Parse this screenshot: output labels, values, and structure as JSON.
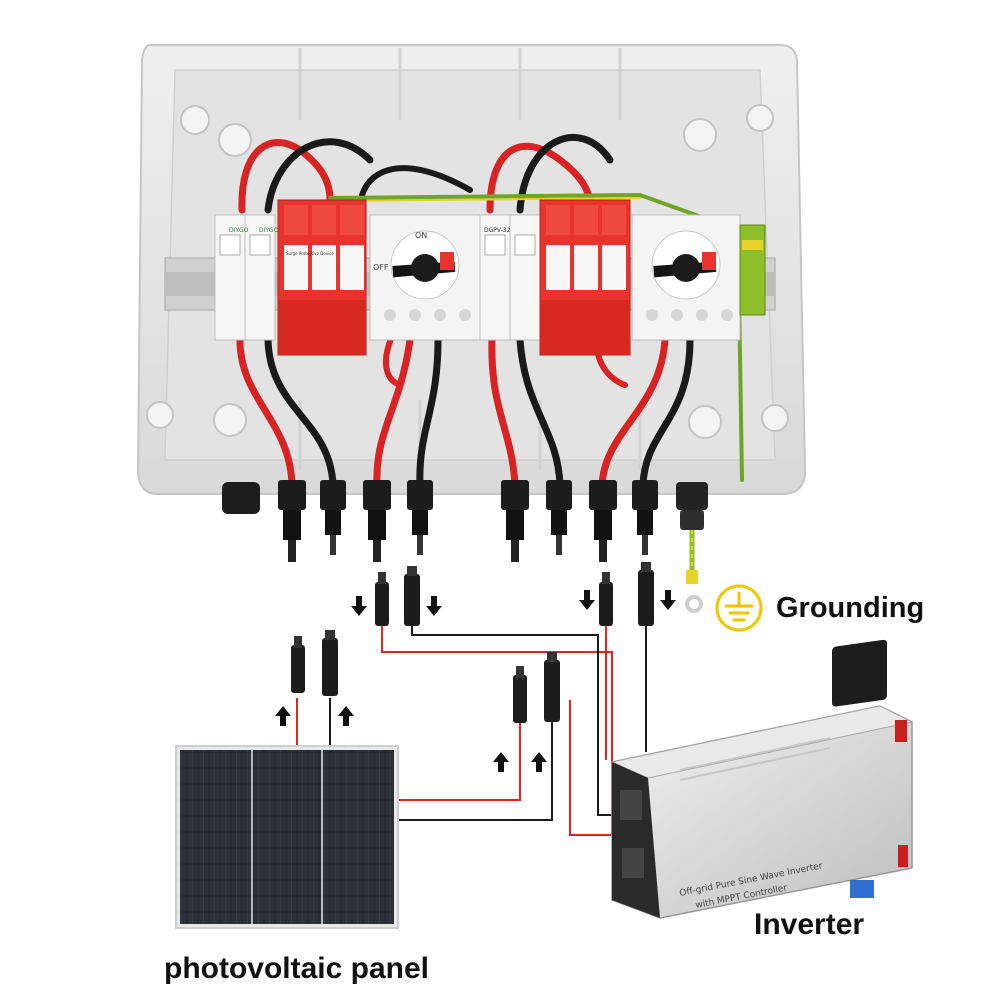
{
  "labels": {
    "grounding": "Grounding",
    "inverter": "Inverter",
    "panel": "photovoltaic panel"
  },
  "device_marks": {
    "breaker_brand": "DIYGO",
    "breaker_model": "DGPV-32",
    "spd_label": "Surge Protective Device",
    "isolator_on": "ON",
    "isolator_off": "OFF",
    "inverter_text_line1": "Off-grid Pure Sine Wave Inverter",
    "inverter_text_line2": "with MPPT Controller"
  },
  "colors": {
    "wire_red": "#e02424",
    "wire_black": "#1a1a1a",
    "wire_ground": "#8cbf2a",
    "ground_symbol": "#f2c500",
    "breaker_red": "#e8342c",
    "enclosure": "#e6e6e6"
  },
  "icons": [
    "ground-icon",
    "arrow-down-icon",
    "arrow-up-icon",
    "ring-terminal-icon"
  ]
}
